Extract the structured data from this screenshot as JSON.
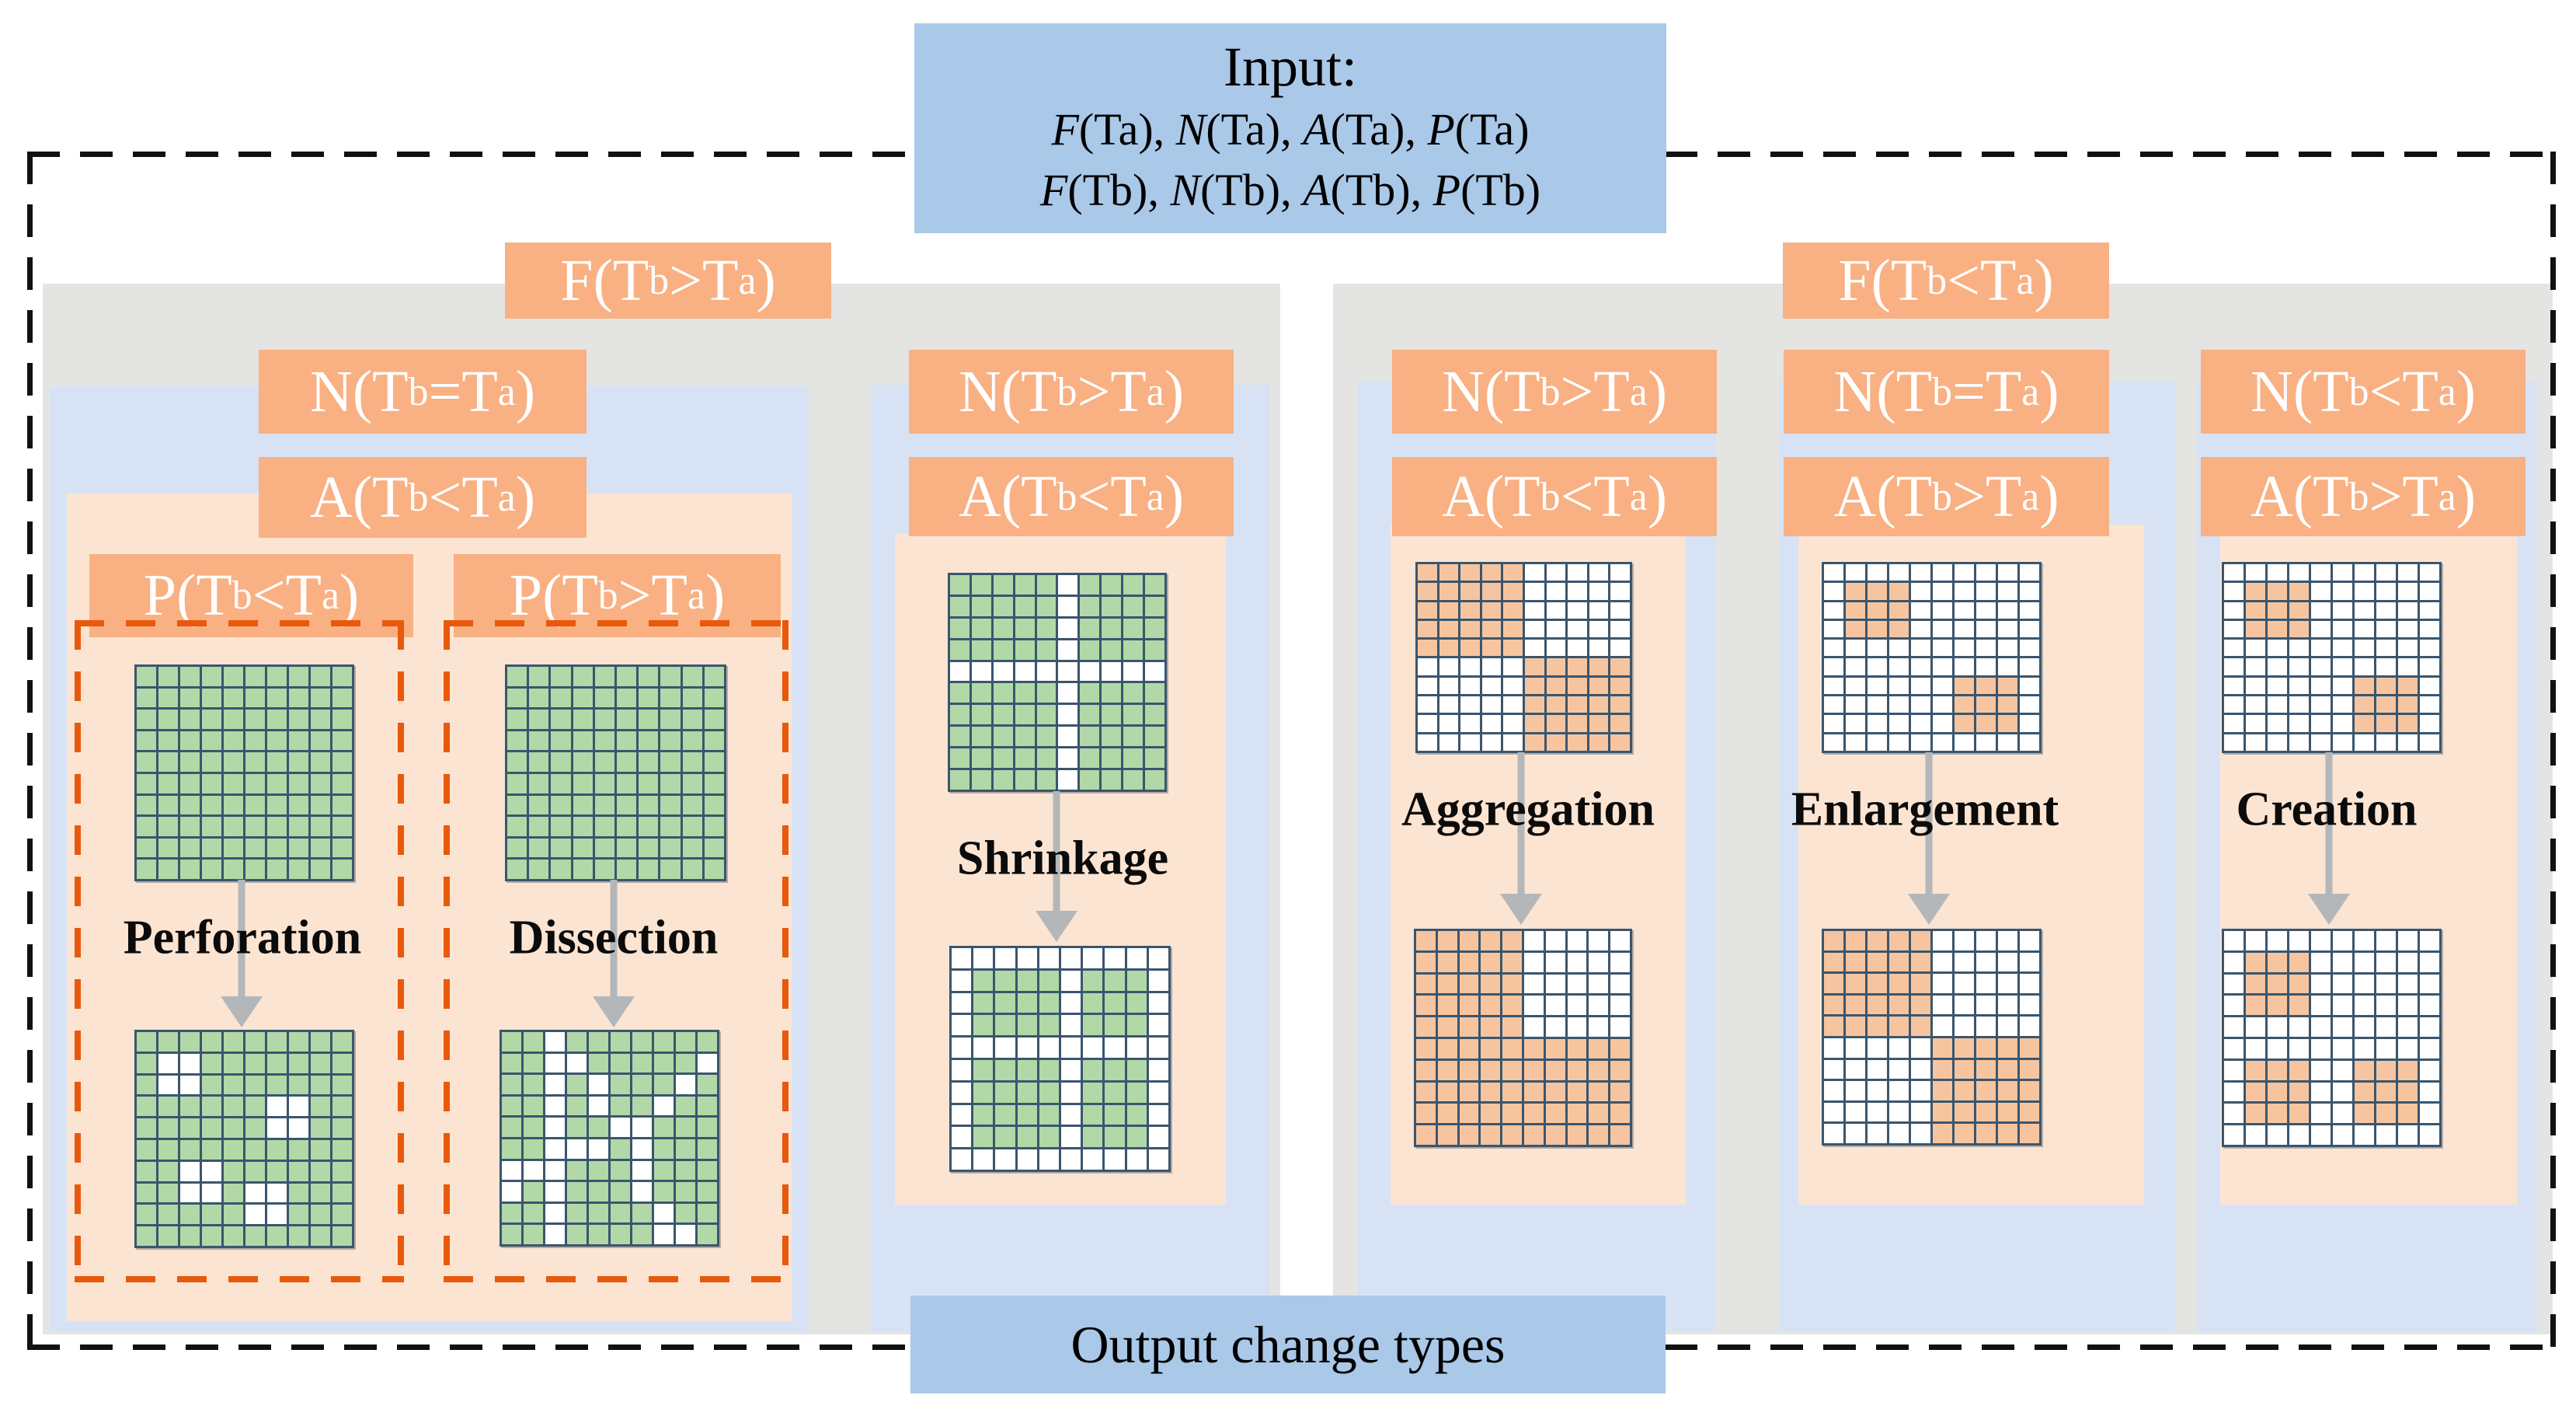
{
  "input_box": {
    "title": "Input:",
    "line1": "F(Ta), N(Ta), A(Ta), P(Ta)",
    "line2": "F(Tb), N(Tb), A(Tb), P(Tb)"
  },
  "output_box": {
    "label": "Output change types"
  },
  "condition_labels": {
    "f_left": "F(Tb>Ta)",
    "f_right": "F(Tb<Ta)",
    "n_left_pair": "N(Tb=Ta)",
    "n_shrinkage": "N(Tb>Ta)",
    "n_aggregation": "N(Tb>Ta)",
    "n_enlargement": "N(Tb=Ta)",
    "n_creation": "N(Tb<Ta)",
    "a_left_pair": "A(Tb<Ta)",
    "a_shrinkage": "A(Tb<Ta)",
    "a_aggregation": "A(Tb<Ta)",
    "a_enlargement": "A(Tb>Ta)",
    "a_creation": "A(Tb>Ta)",
    "p_perforation": "P(Tb<Ta)",
    "p_dissection": "P(Tb>Ta)"
  },
  "change_types": {
    "perforation": "Perforation",
    "dissection": "Dissection",
    "shrinkage": "Shrinkage",
    "aggregation": "Aggregation",
    "enlargement": "Enlargement",
    "creation": "Creation"
  },
  "colors": {
    "green": "#b2d8a7",
    "orangecell": "#f6c5a0",
    "gridline": "#3a566e",
    "labelbg": "#f9b083",
    "peach": "#fce4d2",
    "bluepanel": "#d7e3f5",
    "bluebox": "#aac8e8",
    "gray": "#e4e4e3",
    "arrow": "#b3b7ba",
    "dashred": "#e8590c",
    "dashcol": "#111111"
  },
  "grids": {
    "perforation_before": {
      "rows": 10,
      "cols": 10,
      "base": "green"
    },
    "perforation_after": {
      "rows": 10,
      "cols": 10,
      "base": "green",
      "white_rects": [
        [
          1,
          1,
          2,
          2
        ],
        [
          3,
          6,
          4,
          7
        ],
        [
          6,
          2,
          7,
          3
        ],
        [
          7,
          5,
          8,
          6
        ]
      ]
    },
    "dissection_before": {
      "rows": 10,
      "cols": 10,
      "base": "green"
    },
    "dissection_after": {
      "rows": 10,
      "cols": 10,
      "base": "green",
      "white_cells": [
        [
          0,
          2
        ],
        [
          1,
          2
        ],
        [
          1,
          3
        ],
        [
          1,
          9
        ],
        [
          2,
          2
        ],
        [
          2,
          4
        ],
        [
          2,
          8
        ],
        [
          3,
          2
        ],
        [
          3,
          4
        ],
        [
          3,
          7
        ],
        [
          4,
          2
        ],
        [
          4,
          5
        ],
        [
          4,
          6
        ],
        [
          5,
          2
        ],
        [
          5,
          3
        ],
        [
          5,
          4
        ],
        [
          5,
          6
        ],
        [
          6,
          0
        ],
        [
          6,
          1
        ],
        [
          6,
          2
        ],
        [
          6,
          6
        ],
        [
          7,
          0
        ],
        [
          7,
          2
        ],
        [
          7,
          6
        ],
        [
          8,
          2
        ],
        [
          8,
          7
        ],
        [
          9,
          2
        ],
        [
          9,
          7
        ],
        [
          9,
          8
        ]
      ]
    },
    "shrinkage_before": {
      "rows": 10,
      "cols": 10,
      "base": "green",
      "white_rects": [
        [
          0,
          5,
          9,
          5
        ],
        [
          4,
          0,
          4,
          9
        ]
      ]
    },
    "shrinkage_after": {
      "rows": 10,
      "cols": 10,
      "base": "green",
      "white_rects": [
        [
          0,
          0,
          0,
          9
        ],
        [
          4,
          0,
          4,
          9
        ],
        [
          9,
          0,
          9,
          9
        ],
        [
          0,
          0,
          9,
          0
        ],
        [
          0,
          5,
          9,
          5
        ],
        [
          0,
          9,
          9,
          9
        ]
      ]
    },
    "aggregation_before": {
      "rows": 10,
      "cols": 10,
      "base": "white",
      "orange_rects": [
        [
          0,
          0,
          4,
          4
        ],
        [
          5,
          5,
          9,
          9
        ]
      ]
    },
    "aggregation_after": {
      "rows": 10,
      "cols": 10,
      "base": "orange",
      "white_rects": [
        [
          0,
          5,
          4,
          9
        ]
      ]
    },
    "enlargement_before": {
      "rows": 10,
      "cols": 10,
      "base": "white",
      "orange_rects": [
        [
          1,
          1,
          3,
          3
        ],
        [
          6,
          6,
          8,
          8
        ]
      ]
    },
    "enlargement_after": {
      "rows": 10,
      "cols": 10,
      "base": "white",
      "orange_rects": [
        [
          0,
          0,
          4,
          4
        ],
        [
          5,
          5,
          9,
          9
        ]
      ]
    },
    "creation_before": {
      "rows": 10,
      "cols": 10,
      "base": "white",
      "orange_rects": [
        [
          1,
          1,
          3,
          3
        ],
        [
          6,
          6,
          8,
          8
        ]
      ]
    },
    "creation_after": {
      "rows": 10,
      "cols": 10,
      "base": "white",
      "orange_rects": [
        [
          1,
          1,
          3,
          3
        ],
        [
          6,
          1,
          8,
          3
        ],
        [
          6,
          6,
          8,
          8
        ]
      ]
    }
  }
}
